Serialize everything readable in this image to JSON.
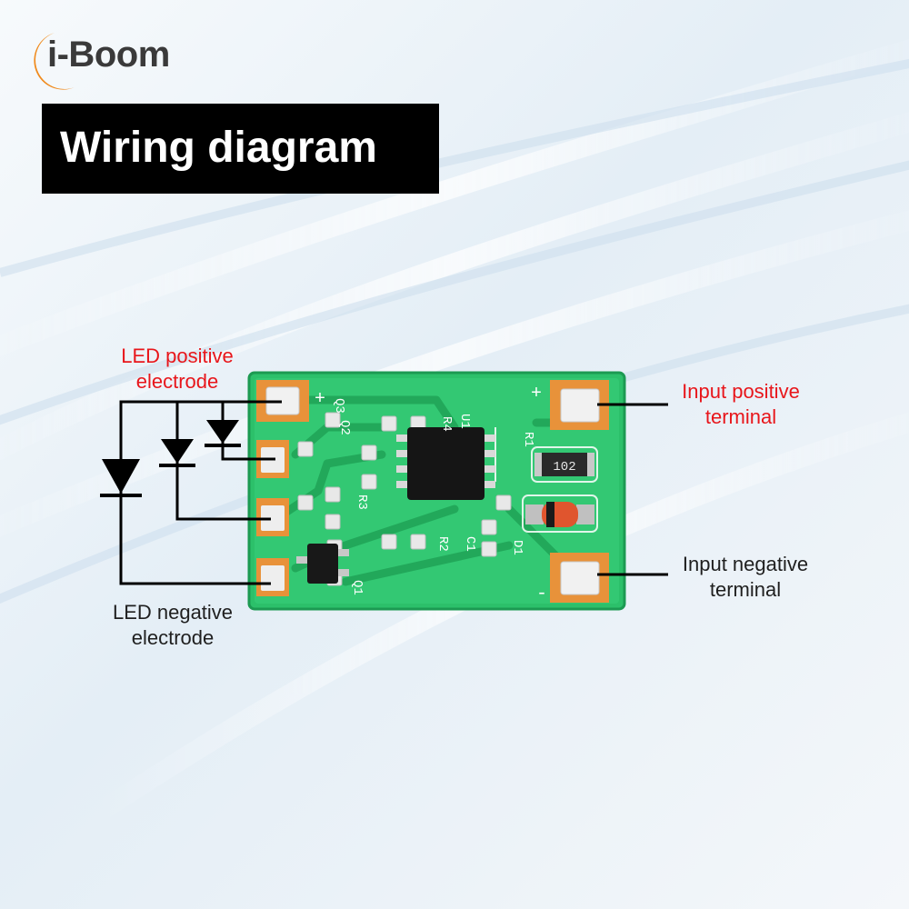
{
  "brand": {
    "name": "i-Boom"
  },
  "title": "Wiring diagram",
  "labels": {
    "led_positive_line1": "LED positive",
    "led_positive_line2": "electrode",
    "led_negative_line1": "LED negative",
    "led_negative_line2": "electrode",
    "input_positive_line1": "Input positive",
    "input_positive_line2": "terminal",
    "input_negative_line1": "Input negative",
    "input_negative_line2": "terminal"
  },
  "pcb": {
    "resistor_marking": "102",
    "silkscreen": [
      "Q3",
      "Q2",
      "U1",
      "R4",
      "R1",
      "R3",
      "R2",
      "C1",
      "D1",
      "Q1"
    ],
    "plus_sign": "+",
    "minus_sign": "-"
  },
  "colors": {
    "accent_red": "#e8161b",
    "pcb_green": "#2cc06a",
    "pad_orange": "#e8923a",
    "logo_orange": "#f08a1c"
  }
}
